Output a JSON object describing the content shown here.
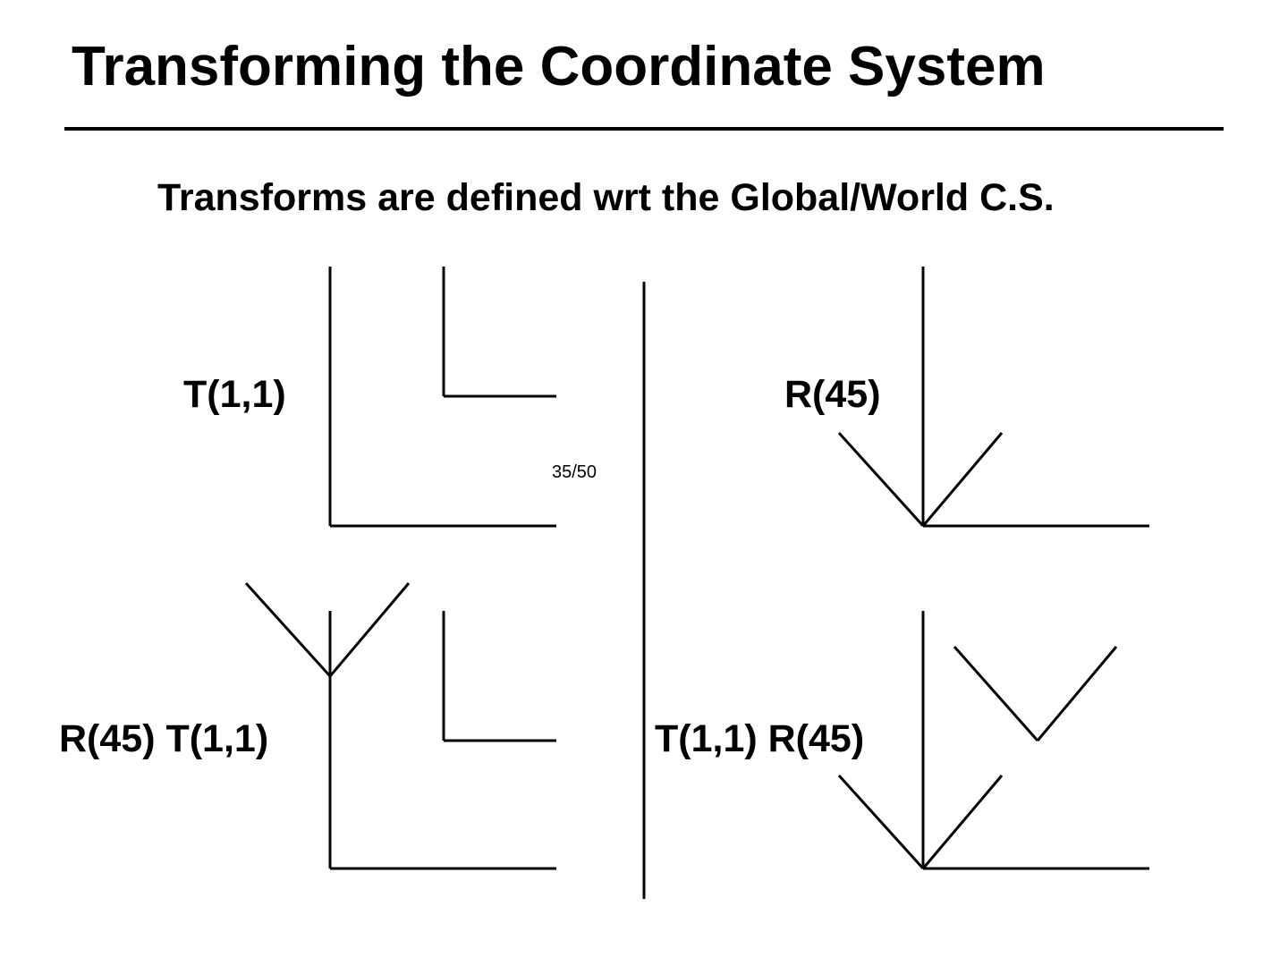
{
  "slide": {
    "title": "Transforming the Coordinate System",
    "subtitle": "Transforms are defined wrt the Global/World C.S.",
    "page_number": "35/50"
  },
  "panels": {
    "top_left": {
      "label": "T(1,1)"
    },
    "top_right": {
      "label": "R(45)"
    },
    "bottom_left": {
      "label": "R(45) T(1,1)"
    },
    "bottom_right": {
      "label": "T(1,1) R(45)"
    }
  }
}
